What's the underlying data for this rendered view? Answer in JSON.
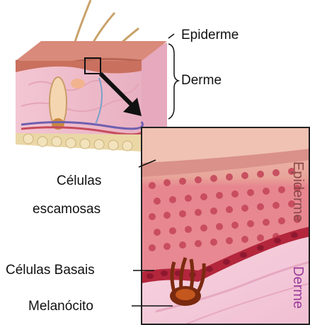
{
  "labels": {
    "epiderme": "Epiderme",
    "derme": "Derme",
    "celulas_escamosas_line1": "Células",
    "celulas_escamosas_line2": "escamosas",
    "celulas_basais": "Células Basais",
    "melanocito": "Melanócito",
    "inset_epiderme": "Epiderme",
    "inset_derme": "Derme"
  },
  "colors": {
    "epidermis_top": "#c97b6e",
    "dermis": "#f4c9d3",
    "fat": "#e9d6a8",
    "squamous_cells": "#e7868f",
    "basal_layer": "#b3263c",
    "melanocyte": "#7a2a10",
    "inset_derme_label": "#9b3b9b",
    "inset_epiderme_label": "#8a4a4a"
  }
}
